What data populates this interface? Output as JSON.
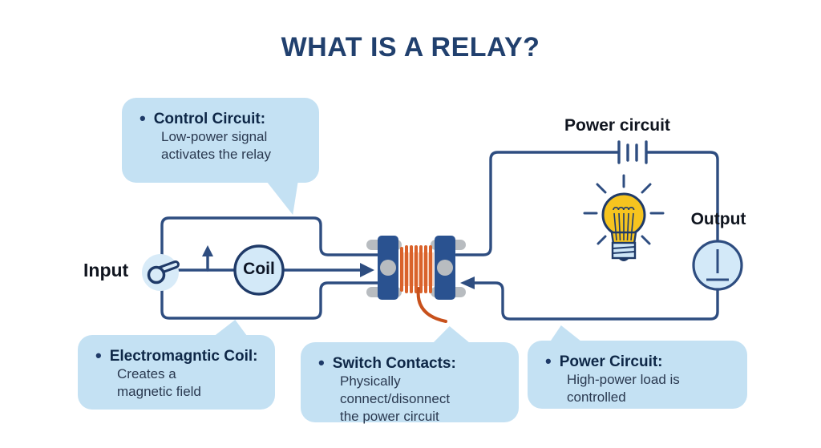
{
  "title": "WHAT IS A RELAY?",
  "labels": {
    "input": "Input",
    "coil": "Coil",
    "power_circuit": "Power circuit",
    "output": "Output"
  },
  "callouts": {
    "control": {
      "bullet": "•",
      "title": "Control Circuit:",
      "line1": "Low-power signal",
      "line2": "activates the relay"
    },
    "coil": {
      "bullet": "•",
      "title": "Electromagntic Coil:",
      "line1": "Creates a",
      "line2": "magnetic field"
    },
    "contacts": {
      "bullet": "•",
      "title": "Switch Contacts:",
      "line1": "Physically connect/disonnect",
      "line2": "the power circuit"
    },
    "power": {
      "bullet": "•",
      "title": "Power Circuit:",
      "line1": "High-power load is controlled"
    }
  },
  "icons": {
    "toggle_switch": "toggle-switch-icon",
    "coil_component": "electromagnetic-coil-icon",
    "relay_contacts": "relay-contact-blocks-icon",
    "battery": "battery-symbol-icon",
    "light_bulb": "light-bulb-icon",
    "output_terminal": "output-terminal-icon"
  },
  "colors": {
    "title_navy": "#21406e",
    "wire_navy": "#2e4d80",
    "callout_bg": "#c4e1f3",
    "callout_title": "#0e2747",
    "callout_body": "#2a3950",
    "relay_block_blue": "#2a5290",
    "coil_orange": "#d9622b",
    "coil_background": "#f8d2bd",
    "bulb_yellow": "#f6c41f",
    "node_light_blue": "#d3e9f8",
    "clip_gray": "#b8bcc0"
  }
}
